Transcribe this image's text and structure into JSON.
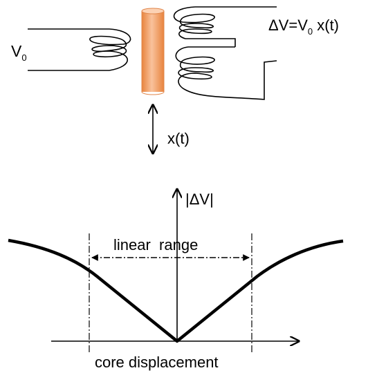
{
  "lvdt": {
    "input_label": {
      "main": "V",
      "sub": "0"
    },
    "output_label": {
      "prefix": "ΔV=V",
      "sub": "0",
      "suffix": " x(t)"
    },
    "motion_label": "x(t)",
    "core_color": "#F5A978",
    "core_edge": "#E0854A"
  },
  "response": {
    "y_axis_label": "|ΔV|",
    "range_label": "linear  range",
    "x_axis_label": "core displacement"
  }
}
